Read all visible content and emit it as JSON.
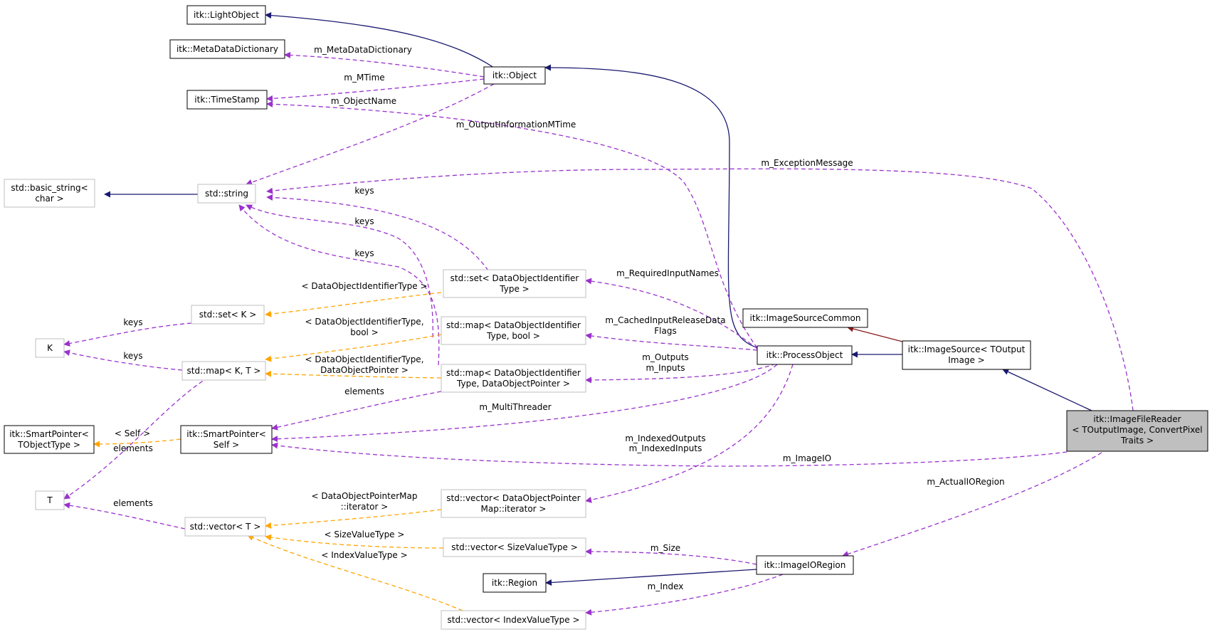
{
  "diagram": {
    "colors": {
      "inheritance": "#191970",
      "usage": "#9a32cd",
      "template": "#ffa500",
      "private": "#8b1a1a",
      "focus_fill": "#bfbfbf"
    },
    "nodes": {
      "light_object": {
        "lines": [
          "itk::LightObject"
        ]
      },
      "meta_data_dictionary": {
        "lines": [
          "itk::MetaDataDictionary"
        ]
      },
      "time_stamp": {
        "lines": [
          "itk::TimeStamp"
        ]
      },
      "object": {
        "lines": [
          "itk::Object"
        ]
      },
      "basic_string": {
        "lines": [
          "std::basic_string<",
          "char >"
        ]
      },
      "std_string": {
        "lines": [
          "std::string"
        ]
      },
      "set_doi": {
        "lines": [
          "std::set< DataObjectIdentifier",
          "Type >"
        ]
      },
      "set_k": {
        "lines": [
          "std::set< K >"
        ]
      },
      "map_doi_bool": {
        "lines": [
          "std::map< DataObjectIdentifier",
          "Type, bool >"
        ]
      },
      "k": {
        "lines": [
          "K"
        ]
      },
      "map_k_t": {
        "lines": [
          "std::map< K, T >"
        ]
      },
      "map_doi_dop": {
        "lines": [
          "std::map< DataObjectIdentifier",
          "Type, DataObjectPointer >"
        ]
      },
      "smart_pointer_tobj": {
        "lines": [
          "itk::SmartPointer<",
          "TObjectType >"
        ]
      },
      "smart_pointer_self": {
        "lines": [
          "itk::SmartPointer<",
          "Self >"
        ]
      },
      "t": {
        "lines": [
          "T"
        ]
      },
      "vector_t": {
        "lines": [
          "std::vector< T >"
        ]
      },
      "vector_dopmap": {
        "lines": [
          "std::vector< DataObjectPointer",
          "Map::iterator >"
        ]
      },
      "vector_size": {
        "lines": [
          "std::vector< SizeValueType >"
        ]
      },
      "region": {
        "lines": [
          "itk::Region"
        ]
      },
      "vector_index": {
        "lines": [
          "std::vector< IndexValueType >"
        ]
      },
      "image_io_region": {
        "lines": [
          "itk::ImageIORegion"
        ]
      },
      "process_object": {
        "lines": [
          "itk::ProcessObject"
        ]
      },
      "image_source_common": {
        "lines": [
          "itk::ImageSourceCommon"
        ]
      },
      "image_source": {
        "lines": [
          "itk::ImageSource< TOutput",
          "Image >"
        ]
      },
      "image_file_reader": {
        "lines": [
          "itk::ImageFileReader",
          "< TOutputImage, ConvertPixel",
          "Traits >"
        ]
      }
    },
    "edge_labels": {
      "m_meta_data_dictionary": [
        "m_MetaDataDictionary"
      ],
      "m_mtime": [
        "m_MTime"
      ],
      "m_object_name": [
        "m_ObjectName"
      ],
      "m_output_information_mtime": [
        "m_OutputInformationMTime"
      ],
      "m_exception_message": [
        "m_ExceptionMessage"
      ],
      "keys_1": [
        "keys"
      ],
      "keys_2": [
        "keys"
      ],
      "keys_3": [
        "keys"
      ],
      "keys_4": [
        "keys"
      ],
      "keys_5": [
        "keys"
      ],
      "m_required_input_names": [
        "m_RequiredInputNames"
      ],
      "tpl_doi_type": [
        "< DataObjectIdentifierType >"
      ],
      "tpl_doi_bool": [
        "< DataObjectIdentifierType,",
        "bool >"
      ],
      "m_cached_input_release": [
        "m_CachedInputReleaseData",
        "Flags"
      ],
      "tpl_doi_dop": [
        "< DataObjectIdentifierType,",
        "DataObjectPointer >"
      ],
      "m_outputs_inputs": [
        "m_Outputs",
        "m_Inputs"
      ],
      "elements_1": [
        "elements"
      ],
      "m_multi_threader": [
        "m_MultiThreader"
      ],
      "tpl_self": [
        "< Self >"
      ],
      "elements_2": [
        "elements"
      ],
      "m_indexed": [
        "m_IndexedOutputs",
        "m_IndexedInputs"
      ],
      "m_image_io": [
        "m_ImageIO"
      ],
      "m_actual_io_region": [
        "m_ActualIORegion"
      ],
      "elements_3": [
        "elements"
      ],
      "tpl_dopmap": [
        "< DataObjectPointerMap",
        "::iterator >"
      ],
      "tpl_size": [
        "< SizeValueType >"
      ],
      "m_size": [
        "m_Size"
      ],
      "tpl_index": [
        "< IndexValueType >"
      ],
      "m_index": [
        "m_Index"
      ]
    }
  }
}
